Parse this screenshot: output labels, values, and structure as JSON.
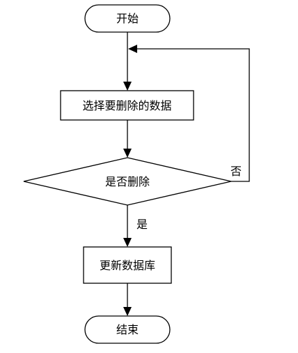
{
  "diagram": {
    "type": "flowchart",
    "nodes": {
      "start": {
        "shape": "terminal",
        "label": "开始"
      },
      "select": {
        "shape": "process",
        "label": "选择要删除的数据"
      },
      "decision": {
        "shape": "decision",
        "label": "是否删除"
      },
      "update": {
        "shape": "process",
        "label": "更新数据库"
      },
      "end": {
        "shape": "terminal",
        "label": "结束"
      }
    },
    "edges": {
      "start_to_select": {
        "from": "开始",
        "to": "选择要删除的数据"
      },
      "select_to_decision": {
        "from": "选择要删除的数据",
        "to": "是否删除"
      },
      "decision_yes": {
        "from": "是否删除",
        "to": "更新数据库",
        "label": "是"
      },
      "decision_no": {
        "from": "是否删除",
        "to": "选择要删除的数据",
        "label": "否"
      },
      "update_to_end": {
        "from": "更新数据库",
        "to": "结束"
      }
    },
    "colors": {
      "stroke": "#000000",
      "fill": "#ffffff",
      "text": "#000000"
    }
  }
}
